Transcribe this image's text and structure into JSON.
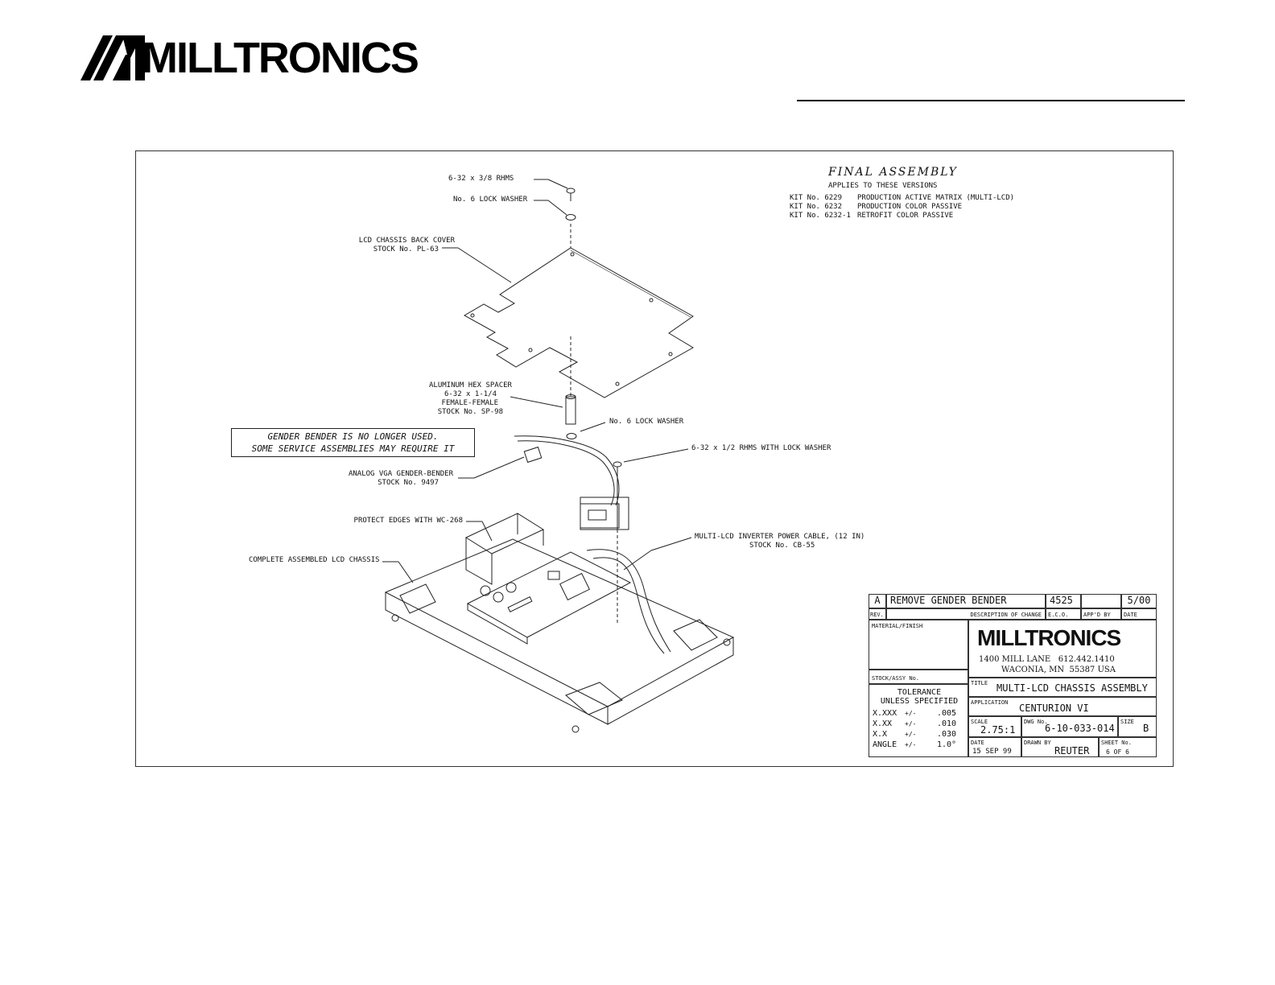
{
  "brand": {
    "name": "MILLTRONICS"
  },
  "assembly": {
    "title": "FINAL ASSEMBLY",
    "subtitle": "APPLIES TO THESE VERSIONS",
    "kits": [
      {
        "kit": "KIT No. 6229",
        "desc": "PRODUCTION ACTIVE MATRIX (MULTI-LCD)"
      },
      {
        "kit": "KIT No. 6232",
        "desc": "PRODUCTION COLOR PASSIVE"
      },
      {
        "kit": "KIT No. 6232-1",
        "desc": "RETROFIT COLOR PASSIVE"
      }
    ]
  },
  "note": {
    "line1": "GENDER BENDER IS NO LONGER USED.",
    "line2": "SOME SERVICE ASSEMBLIES MAY REQUIRE IT"
  },
  "callouts": {
    "screw_top": "6-32 x 3/8 RHMS",
    "washer_top": "No. 6 LOCK WASHER",
    "back_cover_1": "LCD CHASSIS BACK COVER",
    "back_cover_2": "STOCK No. PL-63",
    "spacer_1": "ALUMINUM HEX SPACER",
    "spacer_2": "6-32 x 1-1/4",
    "spacer_3": "FEMALE-FEMALE",
    "spacer_4": "STOCK No. SP-98",
    "washer_mid": "No. 6 LOCK WASHER",
    "screw_mid": "6-32 x 1/2 RHMS WITH LOCK WASHER",
    "gender_1": "ANALOG VGA GENDER-BENDER",
    "gender_2": "STOCK No. 9497",
    "protect": "PROTECT EDGES WITH WC-268",
    "cable_1": "MULTI-LCD INVERTER POWER CABLE, (12 IN)",
    "cable_2": "STOCK No. CB-55",
    "chassis": "COMPLETE ASSEMBLED LCD CHASSIS"
  },
  "title_block": {
    "rev_letter": "A",
    "rev_desc": "REMOVE GENDER BENDER",
    "rev_eco": "4525",
    "rev_appd": "",
    "rev_date": "5/00",
    "hdr_rev": "REV.",
    "hdr_desc": "DESCRIPTION OF CHANGE",
    "hdr_eco": "E.C.O. No.",
    "hdr_appd": "APP'D BY",
    "hdr_date": "DATE",
    "material_label": "MATERIAL/FINISH",
    "stock_label": "STOCK/ASSY No.",
    "company_logo": "MILLTRONICS",
    "address_1": "1400 MILL LANE   612.442.1410",
    "address_2": "WACONIA, MN  55387 USA",
    "title_label": "TITLE",
    "title_value": "MULTI-LCD CHASSIS ASSEMBLY",
    "app_label": "APPLICATION",
    "app_value": "CENTURION VI",
    "tol_1": "TOLERANCE",
    "tol_2": "UNLESS SPECIFIED",
    "tolerances": [
      {
        "fmt": "X.XXX",
        "pm": "+/-",
        "val": ".005"
      },
      {
        "fmt": "X.XX",
        "pm": "+/-",
        "val": ".010"
      },
      {
        "fmt": "X.X",
        "pm": "+/-",
        "val": ".030"
      },
      {
        "fmt": "ANGLE",
        "pm": "+/-",
        "val": "1.0°"
      }
    ],
    "scale_label": "SCALE",
    "scale_value": "2.75:1",
    "dwg_label": "DWG No.",
    "dwg_value": "6-10-033-014",
    "size_label": "SIZE",
    "size_value": "B",
    "date_label": "DATE",
    "date_value": "15 SEP 99",
    "drawn_label": "DRAWN BY",
    "drawn_value": "REUTER",
    "sheet_label": "SHEET No.",
    "sheet_value": "6 OF 6"
  }
}
